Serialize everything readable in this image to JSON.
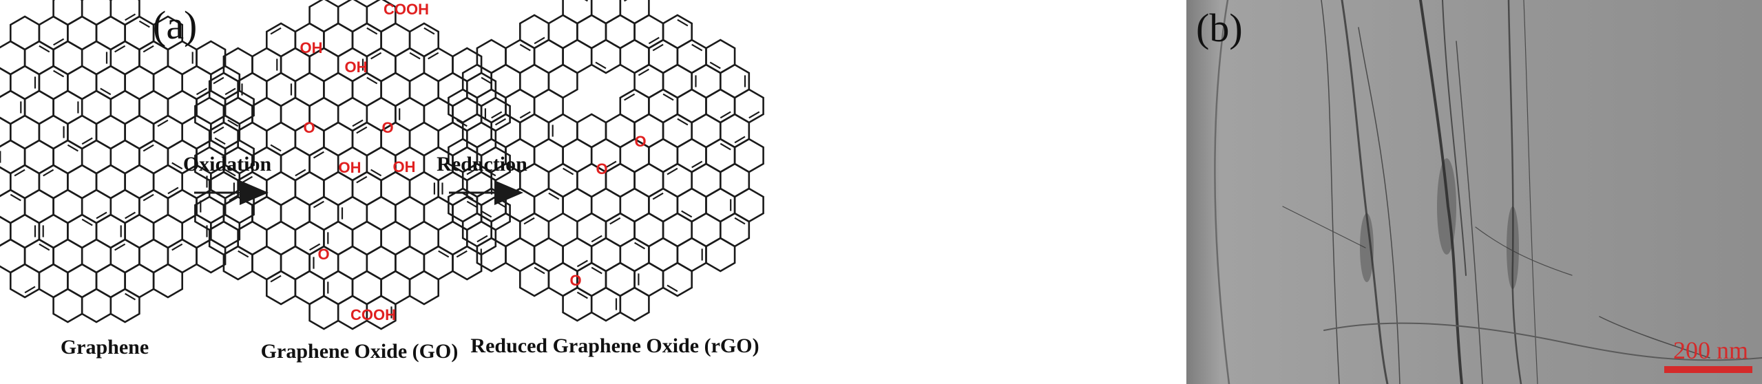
{
  "panel_a": {
    "label": "(a)",
    "structures": [
      {
        "caption": "Graphene"
      },
      {
        "caption": "Graphene Oxide (GO)"
      },
      {
        "caption": "Reduced Graphene Oxide (rGO)"
      }
    ],
    "arrows": [
      {
        "label": "Oxidation"
      },
      {
        "label": "Reduction"
      }
    ],
    "groups": {
      "go": [
        "COOH",
        "OH",
        "OH",
        "O",
        "O",
        "OH",
        "OH",
        "O",
        "COOH"
      ],
      "rgo": [
        "O",
        "O",
        "O"
      ]
    }
  },
  "panel_b": {
    "label": "(b)",
    "scale_bar": "200 nm"
  },
  "colors": {
    "bond": "#1a1a1a",
    "functional_group": "#e02020",
    "tem_background": "#8f8f8f",
    "scale_bar": "#d42a2a"
  }
}
